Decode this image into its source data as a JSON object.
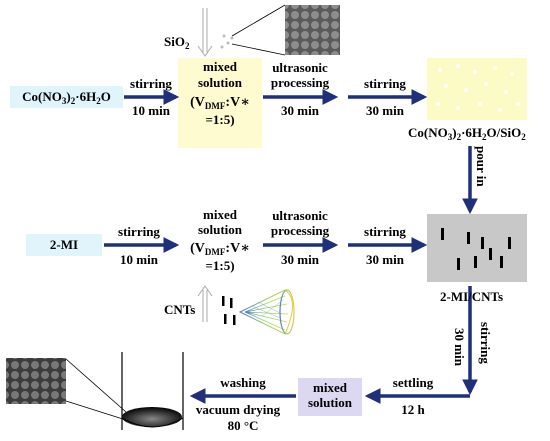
{
  "colors": {
    "arrow": "#1f2f7a",
    "cobalt_box": "#dff4fb",
    "mi_box": "#dff4fb",
    "mixed1_box": "#fefbd0",
    "result1_box": "#fdfbc5",
    "result2_box": "#c8c8c8",
    "final_box": "#dcd8f2"
  },
  "row1": {
    "reagent": "Co(NO",
    "reagent_sub1": "3",
    "reagent_mid": ")",
    "reagent_sub2": "2",
    "reagent_tail": "·6H",
    "reagent_sub3": "2",
    "reagent_end": "O",
    "sio2_label": "SiO",
    "sio2_sub": "2",
    "step1_top": "stirring",
    "step1_bottom": "10 min",
    "mixed_line1": "mixed",
    "mixed_line2": "solution",
    "ratio_V": "(V",
    "ratio_dmf": "DMF",
    "ratio_colon": ":V",
    "ratio_star": "∗",
    "ratio_end": "=1:5)",
    "step2_top1": "ultrasonic",
    "step2_top2": "processing",
    "step2_bottom": "30 min",
    "step3_top": "stirring",
    "step3_bottom": "30 min",
    "product": "Co(NO",
    "product_sub1": "3",
    "product_mid": ")",
    "product_sub2": "2",
    "product_tail": "·6H",
    "product_sub3": "2",
    "product_end": "O/SiO",
    "product_sub4": "2",
    "pour_label": "pour in"
  },
  "row2": {
    "reagent": "2-MI",
    "step1_top": "stirring",
    "step1_bottom": "10 min",
    "mixed_line1": "mixed",
    "mixed_line2": "solution",
    "ratio_V": "(V",
    "ratio_dmf": "DMF",
    "ratio_colon": ":V",
    "ratio_star": "∗",
    "ratio_end": "=1:5)",
    "step2_top1": "ultrasonic",
    "step2_top2": "processing",
    "step2_bottom": "30 min",
    "step3_top": "stirring",
    "step3_bottom": "30 min",
    "cnts_label": "CNTs",
    "product": "2-MI/CNTs",
    "down_label1": "stirring",
    "down_label2": "30 min"
  },
  "row3": {
    "settling_top": "settling",
    "settling_bottom": "12 h",
    "final_line1": "mixed",
    "final_line2": "solution",
    "washing": "washing",
    "drying": "vacuum drying",
    "temperature": "80 °C"
  }
}
